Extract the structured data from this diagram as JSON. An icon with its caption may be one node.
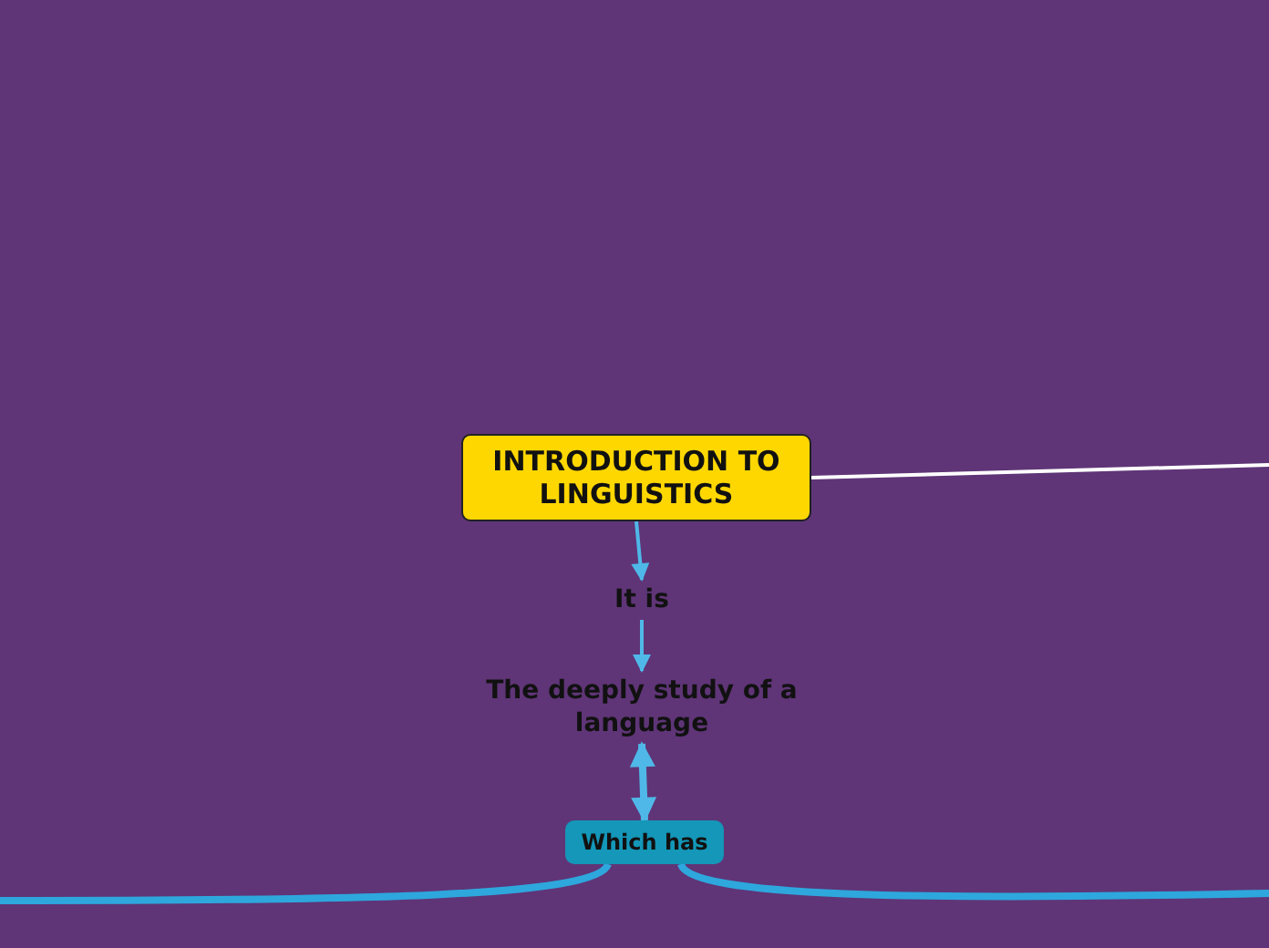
{
  "diagram": {
    "nodes": [
      {
        "text": [
          "INTRODUCTION TO LINGUISTICS"
        ]
      },
      {
        "text": [
          "It is"
        ]
      },
      {
        "text": [
          "The deeply study of a language"
        ]
      },
      {
        "text": [
          "Which has"
        ]
      }
    ],
    "edges": [
      {
        "from": 0,
        "to": 1,
        "arrow": "to"
      },
      {
        "from": 1,
        "to": 2,
        "arrow": "to"
      },
      {
        "from": 2,
        "to": 3,
        "arrow": "both",
        "style": "thick"
      },
      {
        "from": 0,
        "to": null,
        "arrow": "none",
        "color": "#ffffff"
      },
      {
        "from": 3,
        "to": null,
        "arrow": "none",
        "style": "thick",
        "color": "#2ea7dd"
      },
      {
        "from": 3,
        "to": null,
        "arrow": "none",
        "style": "thick",
        "color": "#2ea7dd"
      }
    ]
  }
}
